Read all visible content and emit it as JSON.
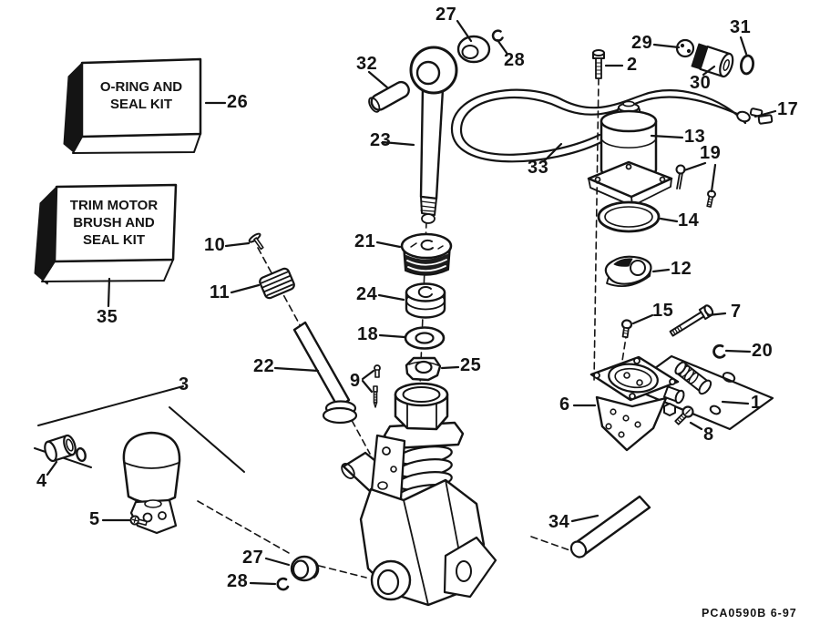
{
  "diagram": {
    "part_code": "PCA0590B  6-97",
    "kit_boxes": [
      {
        "label": "O-RING AND\nSEAL KIT"
      },
      {
        "label": "TRIM MOTOR\nBRUSH AND\nSEAL KIT"
      }
    ],
    "callouts": [
      "27",
      "28",
      "32",
      "23",
      "2",
      "29",
      "30",
      "31",
      "17",
      "13",
      "33",
      "19",
      "14",
      "12",
      "15",
      "7",
      "20",
      "1",
      "6",
      "8",
      "26",
      "35",
      "10",
      "11",
      "21",
      "24",
      "18",
      "25",
      "22",
      "9",
      "3",
      "4",
      "5",
      "34",
      "27",
      "28"
    ]
  }
}
